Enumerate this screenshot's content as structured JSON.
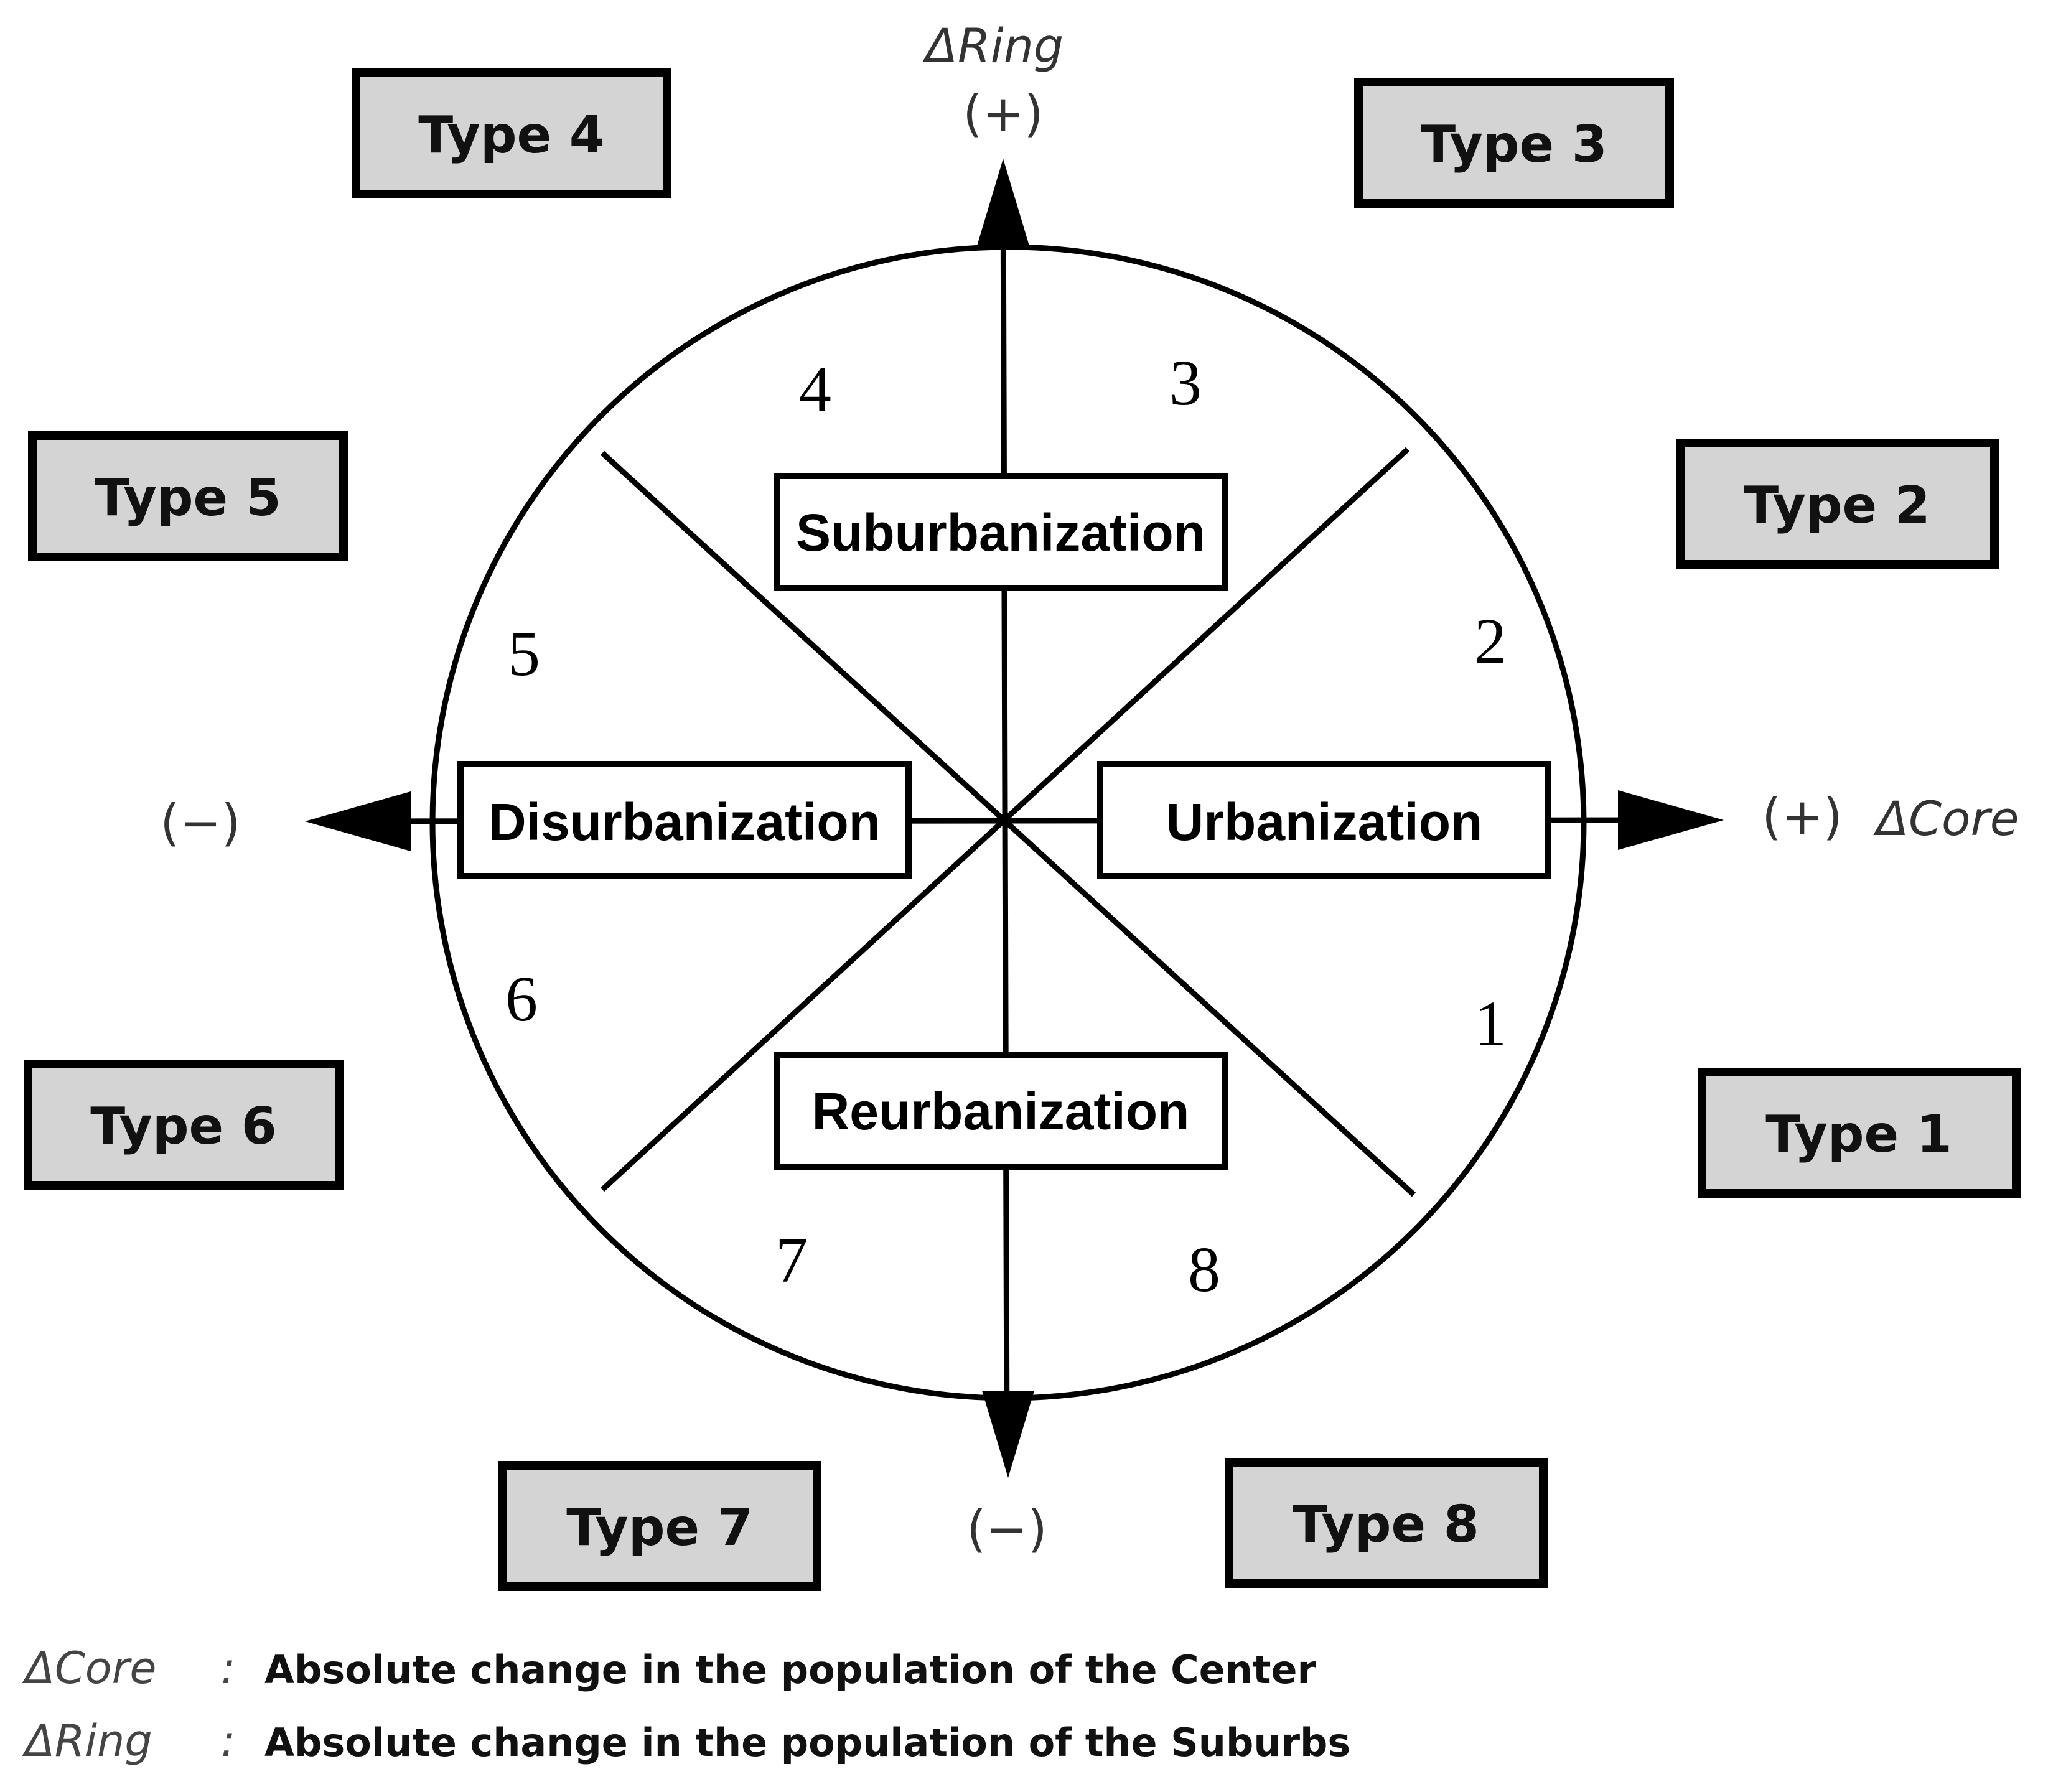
{
  "types": {
    "t1": "Type 1",
    "t2": "Type 2",
    "t3": "Type 3",
    "t4": "Type 4",
    "t5": "Type 5",
    "t6": "Type 6",
    "t7": "Type 7",
    "t8": "Type 8"
  },
  "phases": {
    "suburbanization": "Suburbanization",
    "disurbanization": "Disurbanization",
    "urbanization": "Urbanization",
    "reurbanization": "Reurbanization"
  },
  "sectors": {
    "s1": "1",
    "s2": "2",
    "s3": "3",
    "s4": "4",
    "s5": "5",
    "s6": "6",
    "s7": "7",
    "s8": "8"
  },
  "axes": {
    "y_label": "ΔRing",
    "y_plus": "(+)",
    "y_minus": "(−)",
    "x_label": "ΔCore",
    "x_plus": "(+)",
    "x_minus": "(−)"
  },
  "legend": {
    "core_symbol": "ΔCore",
    "core_sep": ":",
    "core_text": "Absolute change in the population of the Center",
    "ring_symbol": "ΔRing",
    "ring_sep": ":",
    "ring_text": "Absolute change in the population of the Suburbs"
  },
  "colors": {
    "type_box_fill": "#d4d4d4",
    "line": "#000000"
  }
}
